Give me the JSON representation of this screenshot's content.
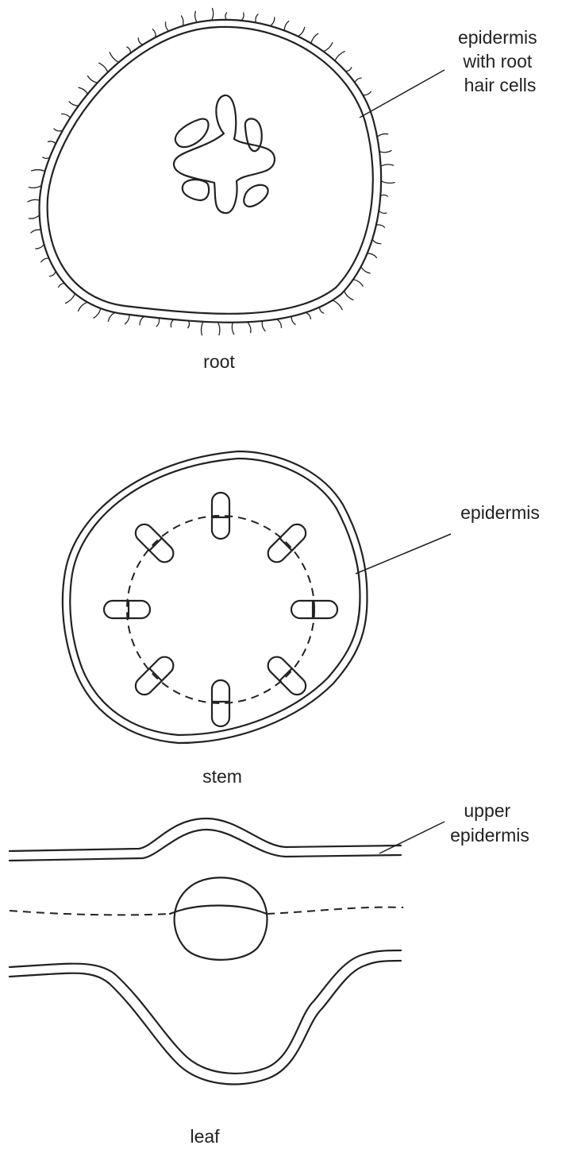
{
  "figures": {
    "root": {
      "caption": "root",
      "label_lines": [
        "epidermis",
        "with root",
        "hair cells"
      ]
    },
    "stem": {
      "caption": "stem",
      "label_lines": [
        "epidermis"
      ]
    },
    "leaf": {
      "caption": "leaf",
      "label_lines": [
        "upper",
        "epidermis"
      ]
    }
  }
}
